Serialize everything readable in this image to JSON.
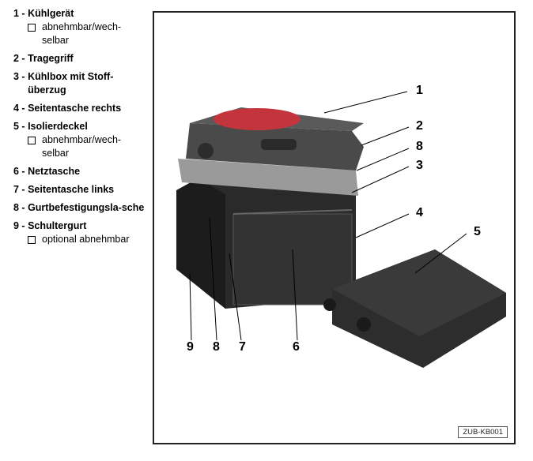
{
  "legend": [
    {
      "num": "1 - ",
      "label": "Kühlgerät",
      "sub": "abnehmbar/wech-selbar"
    },
    {
      "num": "2 - ",
      "label": "Tragegriff"
    },
    {
      "num": "3 - ",
      "label": "Kühlbox mit Stoff-überzug"
    },
    {
      "num": "4 - ",
      "label": "Seitentasche rechts"
    },
    {
      "num": "5 - ",
      "label": "Isolierdeckel",
      "sub": "abnehmbar/wech-selbar"
    },
    {
      "num": "6 - ",
      "label": "Netztasche"
    },
    {
      "num": "7 - ",
      "label": "Seitentasche links"
    },
    {
      "num": "8 - ",
      "label": "Gurtbefestigungsla-sche"
    },
    {
      "num": "9 - ",
      "label": "Schultergurt",
      "sub": "optional abnehmbar"
    }
  ],
  "figure": {
    "callouts": [
      "1",
      "2",
      "8",
      "3",
      "4",
      "5",
      "9",
      "8",
      "7",
      "6"
    ],
    "code": "ZUB-KB001"
  }
}
